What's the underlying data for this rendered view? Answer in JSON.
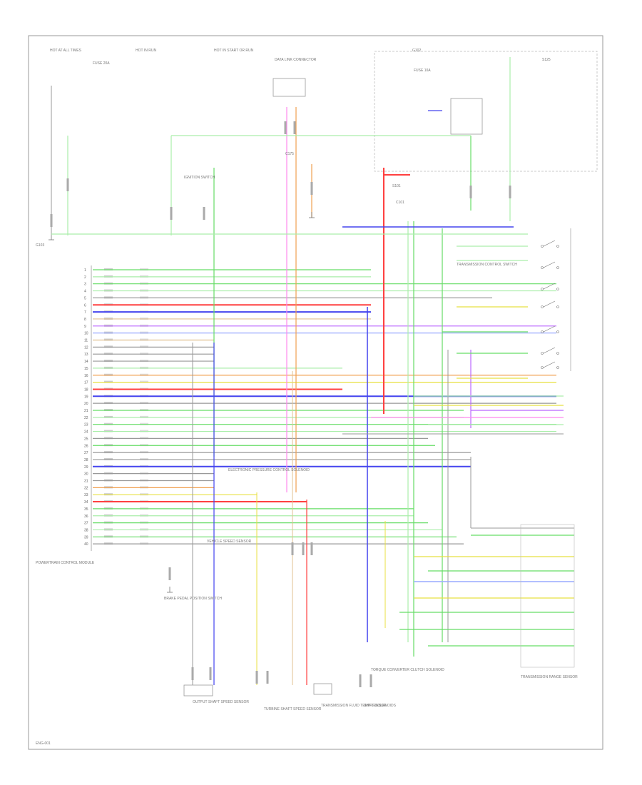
{
  "diagram": {
    "id": "ENG-001",
    "colors": {
      "border": "#999999",
      "wire_default": "#aaaaaa",
      "red": "#ff4040",
      "green": "#66dd66",
      "lt_green": "#aaeeaa",
      "blue": "#4444ee",
      "lt_blue": "#99aaff",
      "orange": "#f0a050",
      "yellow": "#e8e040",
      "pink": "#ff88ee",
      "tan": "#e0c090",
      "gray": "#999999",
      "violet": "#bb66ff"
    },
    "pcm": {
      "title": "POWERTRAIN CONTROL MODULE",
      "pins": [
        "1",
        "2",
        "3",
        "4",
        "5",
        "6",
        "7",
        "8",
        "9",
        "10",
        "11",
        "12",
        "13",
        "14",
        "15",
        "16",
        "17",
        "18",
        "19",
        "20",
        "21",
        "22",
        "23",
        "24",
        "25",
        "26",
        "27",
        "28",
        "29",
        "30",
        "31",
        "32",
        "33",
        "34",
        "35",
        "36",
        "37",
        "38",
        "39",
        "40"
      ]
    },
    "components": [
      "HOT AT ALL TIMES",
      "HOT IN RUN",
      "HOT IN START OR RUN",
      "FUSE 20A",
      "FUSE 10A",
      "DATA LINK CONNECTOR",
      "IGNITION SWITCH",
      "TRANSMISSION RANGE SENSOR",
      "OUTPUT SHAFT SPEED SENSOR",
      "TURBINE SHAFT SPEED SENSOR",
      "TRANSMISSION FLUID TEMP SENSOR",
      "SHIFT SOLENOIDS",
      "TORQUE CONVERTER CLUTCH SOLENOID",
      "ELECTRONIC PRESSURE CONTROL SOLENOID",
      "VEHICLE SPEED SENSOR",
      "BRAKE PEDAL POSITION SWITCH",
      "TRANSMISSION CONTROL SWITCH",
      "G102",
      "G103",
      "C101",
      "C175",
      "S101",
      "S125"
    ]
  }
}
